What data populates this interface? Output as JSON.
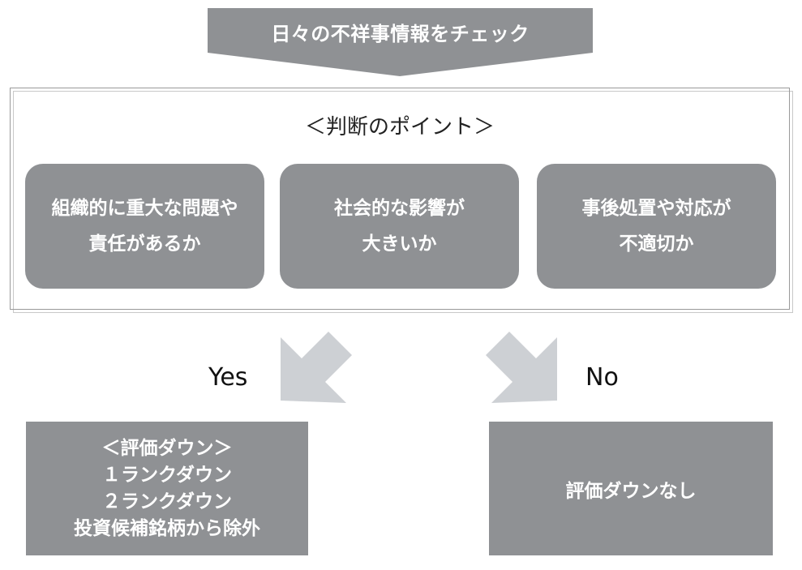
{
  "banner": {
    "title": "日々の不祥事情報をチェック"
  },
  "criteria": {
    "heading": "＜判断のポイント＞",
    "items": [
      {
        "line1": "組織的に重大な問題や",
        "line2": "責任があるか"
      },
      {
        "line1": "社会的な影響が",
        "line2": "大きいか"
      },
      {
        "line1": "事後処置や対応が",
        "line2": "不適切か"
      }
    ]
  },
  "branches": {
    "yes_label": "Yes",
    "no_label": "No"
  },
  "outcomes": {
    "yes": {
      "lines": [
        "＜評価ダウン＞",
        "１ランクダウン",
        "２ランクダウン",
        "投資候補銘柄から除外"
      ]
    },
    "no": {
      "text": "評価ダウンなし"
    }
  },
  "colors": {
    "box_fill": "#8f9194",
    "banner_fill": "#8f9194",
    "arrow_fill": "#cdd0d4",
    "text_on_box": "#ffffff"
  }
}
